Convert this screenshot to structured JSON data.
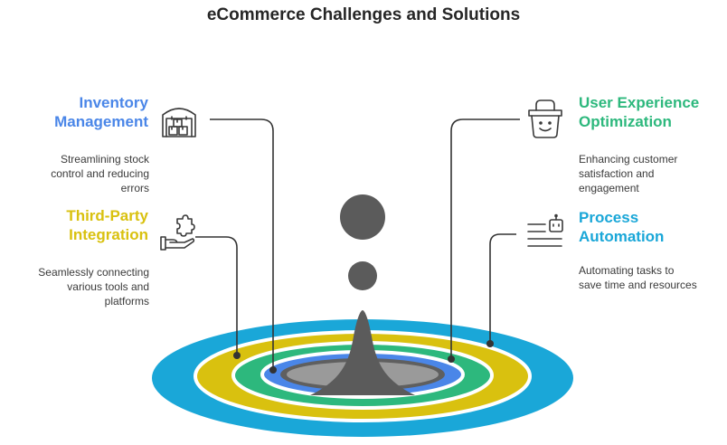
{
  "title": "eCommerce Challenges and Solutions",
  "colors": {
    "inventory": "#4a86e8",
    "user_experience": "#2db87d",
    "third_party": "#d9c10f",
    "process": "#1aa7d8",
    "drop": "#5b5b5b",
    "line": "#333333"
  },
  "items": {
    "inventory": {
      "title_line1": "Inventory",
      "title_line2": "Management",
      "desc_line1": "Streamlining stock",
      "desc_line2": "control and reducing",
      "desc_line3": "errors",
      "icon": "warehouse-boxes-icon"
    },
    "user_experience": {
      "title_line1": "User Experience",
      "title_line2": "Optimization",
      "desc_line1": "Enhancing customer",
      "desc_line2": "satisfaction and",
      "desc_line3": "engagement",
      "icon": "smiling-basket-icon"
    },
    "third_party": {
      "title_line1": "Third-Party",
      "title_line2": "Integration",
      "desc_line1": "Seamlessly connecting",
      "desc_line2": "various tools and",
      "desc_line3": "platforms",
      "icon": "hand-puzzle-icon"
    },
    "process": {
      "title_line1": "Process",
      "title_line2": "Automation",
      "desc_line1": "Automating tasks to",
      "desc_line2": "save time and resources",
      "icon": "robot-list-icon"
    }
  }
}
